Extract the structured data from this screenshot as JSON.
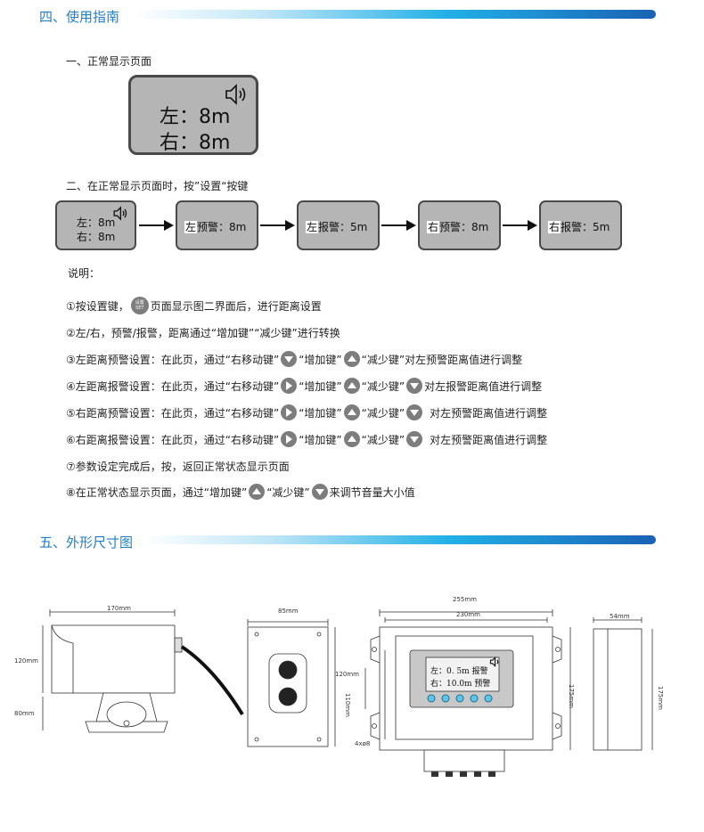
{
  "section4": {
    "title": "四、使用指南"
  },
  "section5": {
    "title": "五、外形尺寸图"
  },
  "step1": {
    "title": "一、正常显示页面",
    "left_line": "左：8m",
    "right_line": "右：8m"
  },
  "step2": {
    "title": "二、在正常显示页面时，按”设置“按键",
    "screens": [
      {
        "line1": "左：8m",
        "line2": "右：8m"
      },
      {
        "hl": "左",
        "rest": "预警：8m"
      },
      {
        "hl": "左",
        "rest": "报警：5m"
      },
      {
        "hl": "右",
        "rest": "预警：8m"
      },
      {
        "hl": "右",
        "rest": "报警：5m"
      }
    ]
  },
  "explain": {
    "label": "说明：",
    "set_icon": {
      "top": "设置",
      "bottom": "SET"
    },
    "notes": [
      {
        "parts": [
          "①按设置键，",
          "",
          "页面显示图二界面后，进行距离设置"
        ]
      },
      {
        "parts": [
          "②左/右，预警/报警，距离通过“增加键”“减少键”进行转换"
        ]
      },
      {
        "parts": [
          "③左距离预警设置：在此页，通过“右移动键”",
          "“增加键”",
          "“减少键”对左预警距离值进行调整"
        ]
      },
      {
        "parts": [
          "④左距离报警设置：在此页，通过“右移动键”",
          "“增加键”",
          "“减少键”",
          "对左报警距离值进行调整"
        ]
      },
      {
        "parts": [
          "⑤右距离预警设置：在此页，通过“右移动键”",
          "“增加键”",
          "“减少键”",
          "对左预警距离值进行调整"
        ]
      },
      {
        "parts": [
          "⑥右距离报警设置：在此页，通过“右移动键”",
          "“增加键”",
          "“减少键”",
          "对左预警距离值进行调整"
        ]
      },
      {
        "parts": [
          "⑦参数设定完成后，按，返回正常状态显示页面"
        ]
      },
      {
        "parts": [
          "⑧在正常状态显示页面，通过“增加键”",
          "“减少键”",
          "来调节音量大小值"
        ]
      }
    ]
  },
  "dimensions": {
    "side_width": "170mm",
    "side_height": "120mm",
    "bracket_height": "80mm",
    "box_width": "85mm",
    "front_outer_width": "255mm",
    "front_inner_width": "230mm",
    "front_left_height": "120mm",
    "front_inner_height": "110mm",
    "front_right_height": "175mm",
    "depth_width": "54mm",
    "depth_height": "175mm",
    "holes": "4xø8",
    "device_lcd_line1": "左：0. 5m  报警",
    "device_lcd_line2": "右：10.0m  预警"
  },
  "colors": {
    "accent": "#1e7fc9",
    "lcd": "#b5b5b5",
    "button": "#7d7d7d"
  }
}
